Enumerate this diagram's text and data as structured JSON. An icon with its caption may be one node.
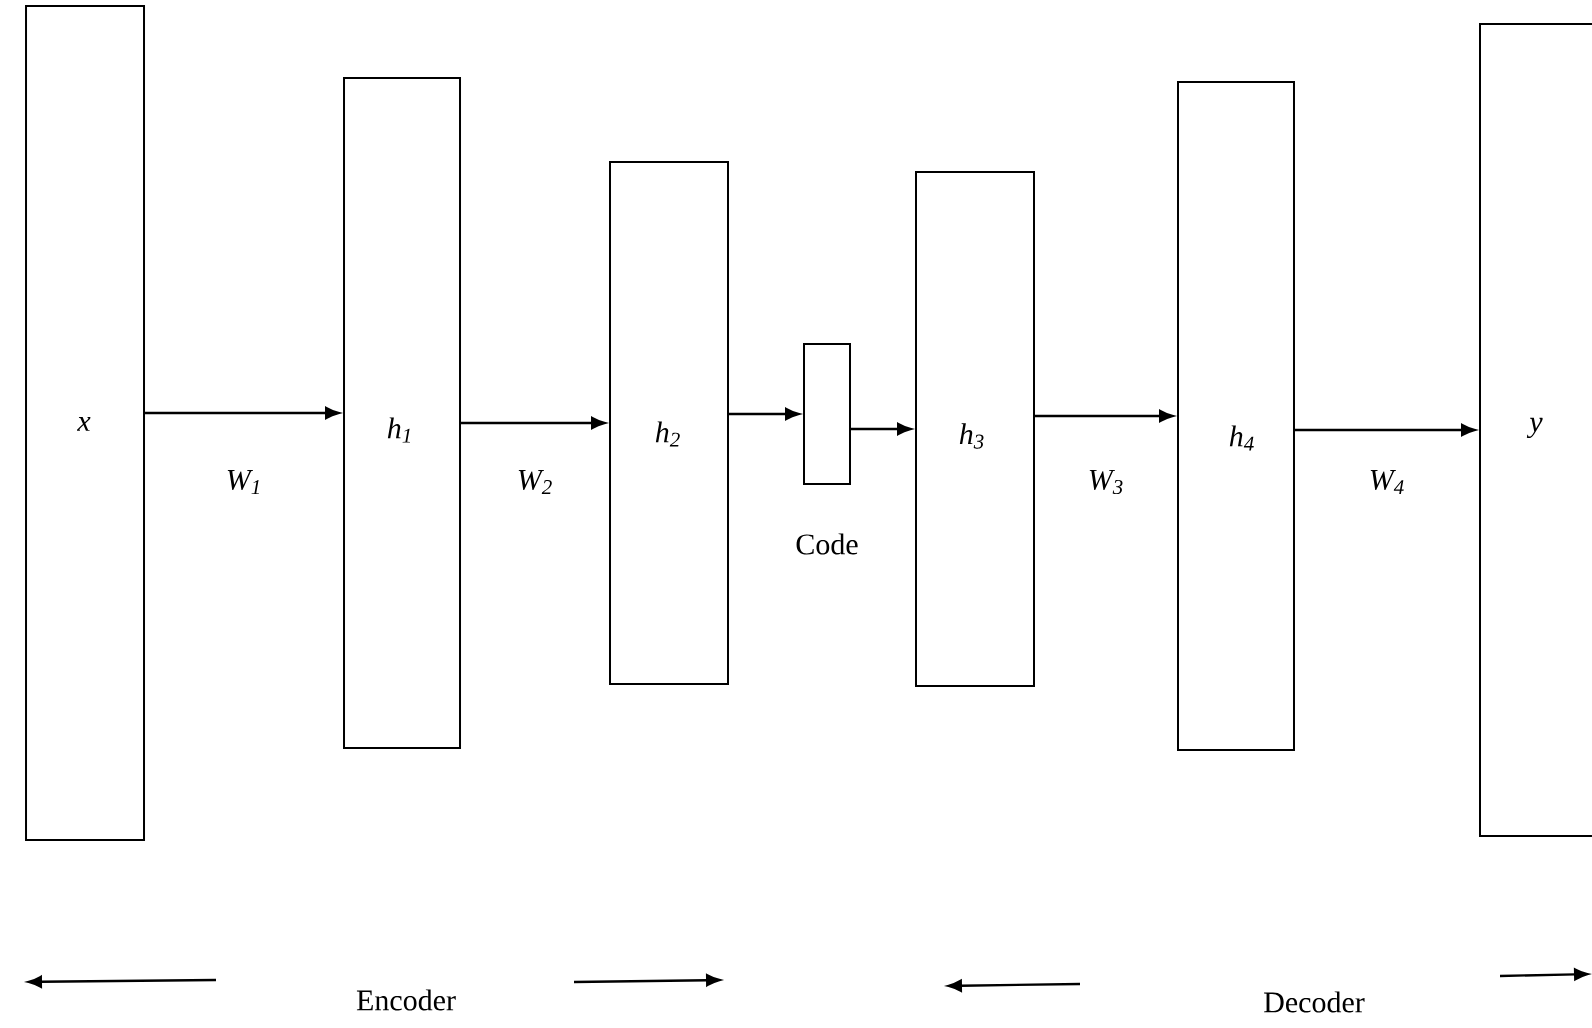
{
  "diagram": {
    "nodes": [
      {
        "text": [
          "x"
        ]
      },
      {
        "text": [
          "h$_{1}$"
        ]
      },
      {
        "text": [
          "h$_{2}$"
        ]
      },
      {
        "text": [],
        "shape": "box",
        "beside": [
          "Code"
        ]
      },
      {
        "text": [
          "h$_{3}$"
        ]
      },
      {
        "text": [
          "h$_{4}$"
        ]
      },
      {
        "text": [
          "y"
        ]
      }
    ],
    "edges": [
      {
        "from": 0,
        "to": 1,
        "arrow": "to",
        "label": "W$_{1}$"
      },
      {
        "from": 1,
        "to": 2,
        "arrow": "to",
        "label": "W$_{2}$"
      },
      {
        "from": 2,
        "to": 3,
        "arrow": "to"
      },
      {
        "from": 3,
        "to": 4,
        "arrow": "to"
      },
      {
        "from": 4,
        "to": 5,
        "arrow": "to",
        "label": "W$_{3}$"
      },
      {
        "from": 5,
        "to": 6,
        "arrow": "to",
        "label": "W$_{4}$"
      }
    ],
    "labels": [
      "Encoder",
      "Decoder"
    ]
  }
}
